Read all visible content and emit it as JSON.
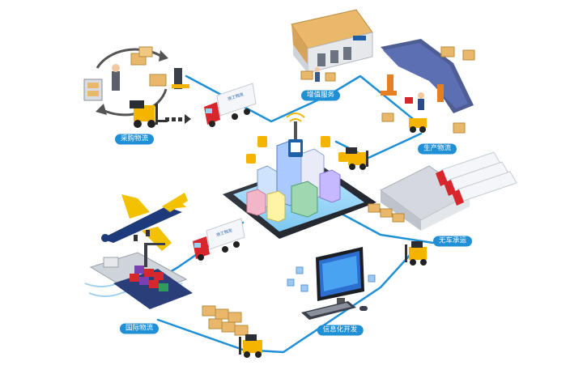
{
  "labels": {
    "procurement": "采购物流",
    "value_added": "增值服务",
    "production": "生产物流",
    "unmanned": "无车承运",
    "information": "信息化开发",
    "international": "国际物流"
  },
  "truck_brand": "徐工物流",
  "colors": {
    "line": "#1f8fd6",
    "label_bg": "#1f8fd6",
    "truck_cab": "#d7262c",
    "plane": "#1d3a7a",
    "plane_tail": "#f2c200",
    "forklift": "#f4b400",
    "box": "#e9b86a"
  }
}
